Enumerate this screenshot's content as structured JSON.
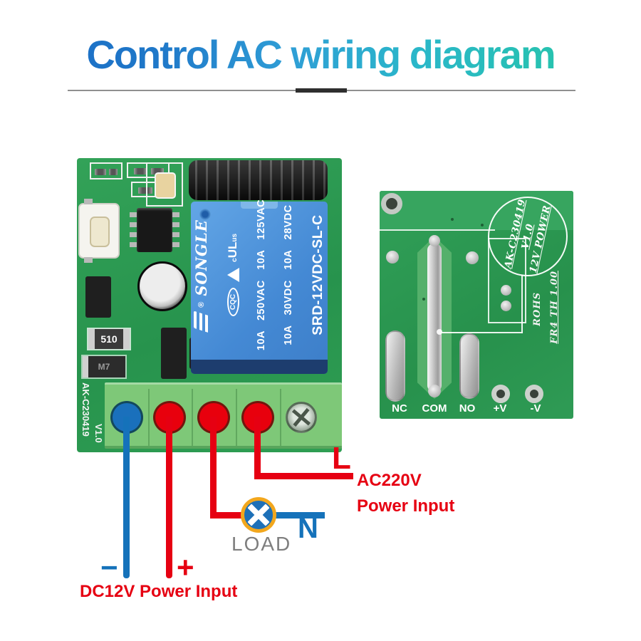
{
  "title": {
    "text": "Control AC wiring diagram",
    "gradient_colors": [
      "#1a6bc4",
      "#2f9ed6",
      "#27c3ae"
    ]
  },
  "left_board": {
    "silk_id": "AK-C230419",
    "silk_ver": "V1.0",
    "resistor": "510",
    "diode": "M7",
    "relay": {
      "brand": "SONGLE",
      "reg": "®",
      "ul_c": "c",
      "ul": "UL",
      "ul_us": "us",
      "cqc": "CQC",
      "vac": "10A 250VAC 10A 125VAC",
      "vdc": "10A 30VDC 10A 28VDC",
      "model": "SRD-12VDC-SL-C"
    }
  },
  "right_board": {
    "circle_line1": "AK-C230419",
    "circle_line2": "V1.0",
    "circle_line3": "12V POWER",
    "rohs": "ROHS",
    "material": "FR4 TH 1.00",
    "terminals": [
      "NC",
      "COM",
      "NO",
      "+V",
      "-V"
    ]
  },
  "wiring": {
    "live": "L",
    "neutral": "N",
    "load": "LOAD",
    "ac_line1": "AC220V",
    "ac_line2": "Power Input",
    "dc": "DC12V Power Input",
    "plus": "+",
    "minus": "−",
    "wire_red": "#e60012",
    "wire_blue": "#1572ba",
    "lamp_ring": "#f2a71d"
  }
}
